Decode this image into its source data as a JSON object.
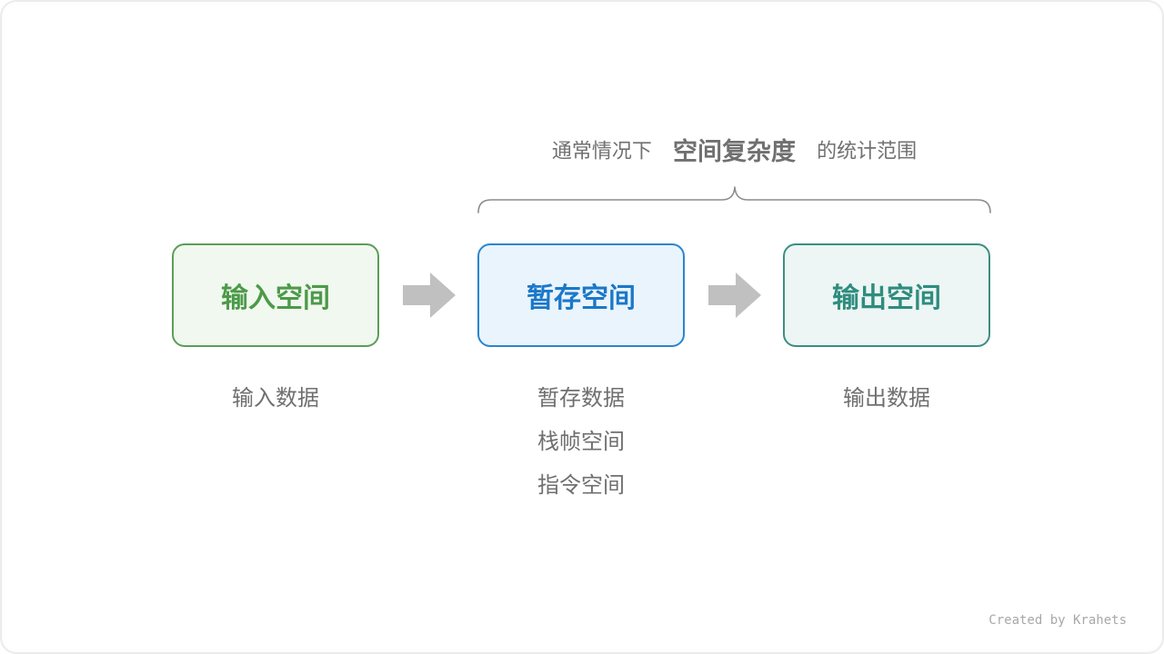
{
  "scope": {
    "caption_before": "通常情况下",
    "caption_emphasis": "空间复杂度",
    "caption_after": "的统计范围",
    "covers": [
      "暂存空间",
      "输出空间"
    ]
  },
  "spaces": [
    {
      "title": "输入空间",
      "items": [
        "输入数据"
      ],
      "text_color": "#4c9a4a",
      "border_color": "#5a9e57",
      "fill_color": "#f1f8ef"
    },
    {
      "title": "暂存空间",
      "items": [
        "暂存数据",
        "栈帧空间",
        "指令空间"
      ],
      "text_color": "#1b78c8",
      "border_color": "#2a86d0",
      "fill_color": "#eaf4fc"
    },
    {
      "title": "输出空间",
      "items": [
        "输出数据"
      ],
      "text_color": "#2f8c7e",
      "border_color": "#3a8f82",
      "fill_color": "#edf6f4"
    }
  ],
  "arrow_color": "#c0c0c0",
  "credit": "Created by Krahets"
}
